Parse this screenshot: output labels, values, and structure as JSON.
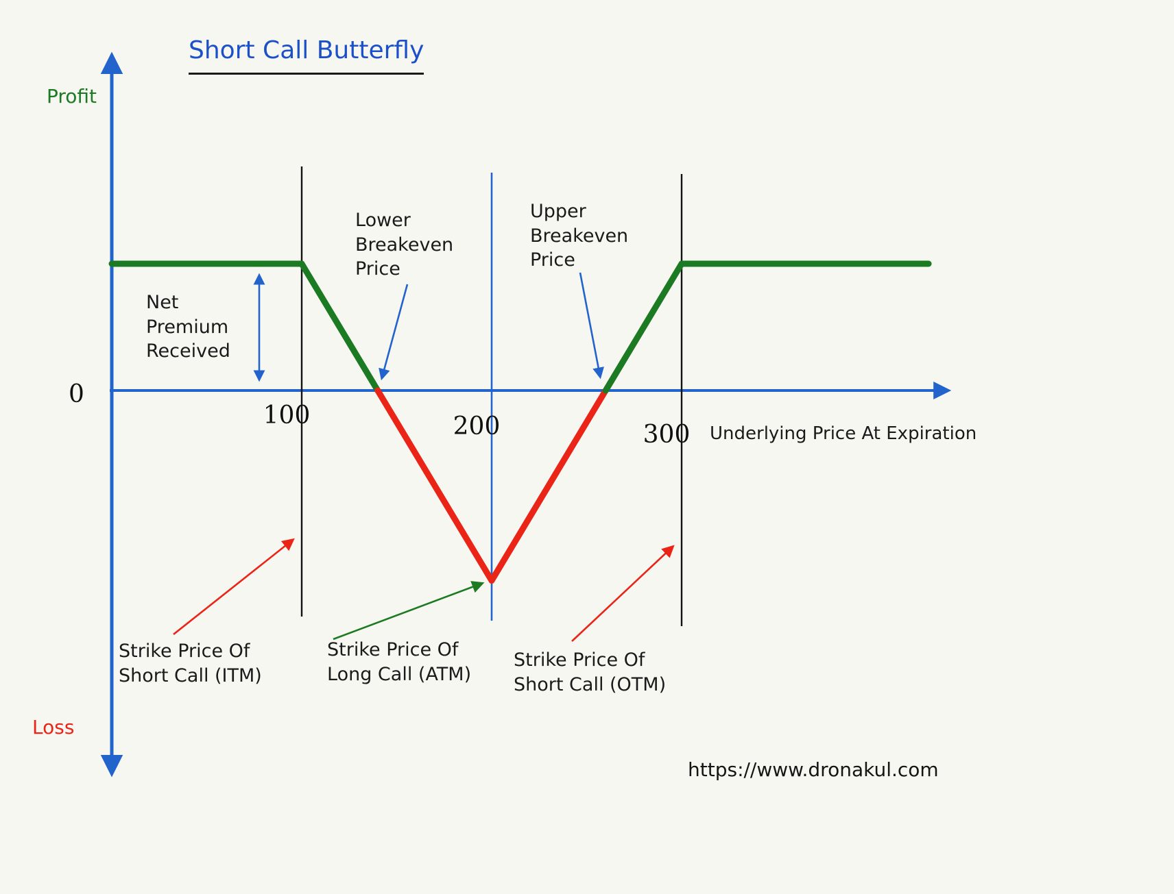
{
  "page": {
    "background": "#f7f7f2",
    "watermark": "https://www.dronakul.com"
  },
  "chart_data": {
    "type": "line",
    "title": "Short Call Butterfly",
    "xlabel": "Underlying Price At Expiration",
    "y_axis_positive_label": "Profit",
    "y_axis_negative_label": "Loss",
    "origin_label": "0",
    "grid": false,
    "legend": "none",
    "axis_color": "#2263cc",
    "x_ticks": [
      "100",
      "200",
      "300"
    ],
    "strikes": [
      {
        "label": "Strike Price Of Short Call (ITM)",
        "price": 100,
        "line_color": "#111111"
      },
      {
        "label": "Strike Price Of Long Call (ATM)",
        "price": 200,
        "line_color": "#2263cc"
      },
      {
        "label": "Strike Price Of Short Call (OTM)",
        "price": 300,
        "line_color": "#111111"
      }
    ],
    "lower_breakeven_price": 140,
    "upper_breakeven_price": 260,
    "net_premium_received": 40,
    "max_loss_at_middle_strike": -60,
    "series": [
      {
        "name": "short-call-butterfly-payoff",
        "points": [
          [
            0,
            40
          ],
          [
            100,
            40
          ],
          [
            140,
            0
          ],
          [
            200,
            -60
          ],
          [
            260,
            0
          ],
          [
            300,
            40
          ],
          [
            430,
            40
          ]
        ],
        "profit_color": "#1b7a22",
        "loss_color": "#ea2517"
      }
    ]
  },
  "annotations": {
    "net_premium": "Net\nPremium\nReceived",
    "lower_breakeven": "Lower\nBreakeven\nPrice",
    "upper_breakeven": "Upper\nBreakeven\nPrice",
    "strike_itm": "Strike Price Of\nShort Call (ITM)",
    "strike_atm": "Strike Price Of\nLong Call (ATM)",
    "strike_otm": "Strike Price Of\nShort Call (OTM)"
  }
}
